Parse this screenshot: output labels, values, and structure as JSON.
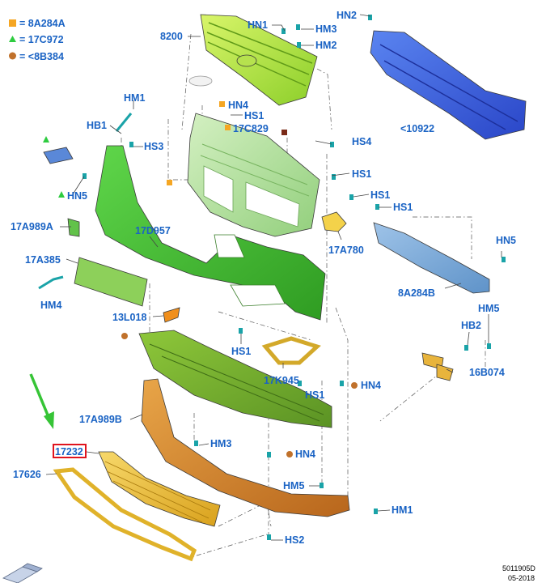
{
  "legend": [
    {
      "symbol": "square",
      "color": "#f5a623",
      "text": "= 8A284A"
    },
    {
      "symbol": "triangle",
      "color": "#2ecc40",
      "text": "= 17C972"
    },
    {
      "symbol": "circle",
      "color": "#c0712b",
      "text": "= <8B384"
    }
  ],
  "labels": {
    "l8200": "8200",
    "hn1": "HN1",
    "hm3_top": "HM3",
    "hm2": "HM2",
    "hn2": "HN2",
    "l10922": "<10922",
    "hm1_top": "HM1",
    "hb1": "HB1",
    "hs3": "HS3",
    "hn4_top": "HN4",
    "hs1_a": "HS1",
    "l17c829": "17C829",
    "hs4": "HS4",
    "hs1_b": "HS1",
    "hs1_c": "HS1",
    "hs1_d": "HS1",
    "hn5_left": "HN5",
    "l17a989a": "17A989A",
    "l17d957": "17D957",
    "l17a385": "17A385",
    "hm4": "HM4",
    "l17a780": "17A780",
    "hn5_right": "HN5",
    "l8a284b": "8A284B",
    "hm5_right": "HM5",
    "hb2": "HB2",
    "l13l018": "13L018",
    "hs1_e": "HS1",
    "l17k945": "17K945",
    "hn4_mid": "HN4",
    "l16b074": "16B074",
    "hs1_f": "HS1",
    "l17a989b": "17A989B",
    "hm3_bot": "HM3",
    "l17232": "17232",
    "hn4_bot": "HN4",
    "l17626": "17626",
    "hm5_bot": "HM5",
    "hm1_bot": "HM1",
    "hs2": "HS2"
  },
  "footer": {
    "ref": "5011905D",
    "date": "05-2018"
  },
  "colors": {
    "label": "#1a63c4",
    "highlight": "#e0141e",
    "arrow": "#36c436"
  }
}
